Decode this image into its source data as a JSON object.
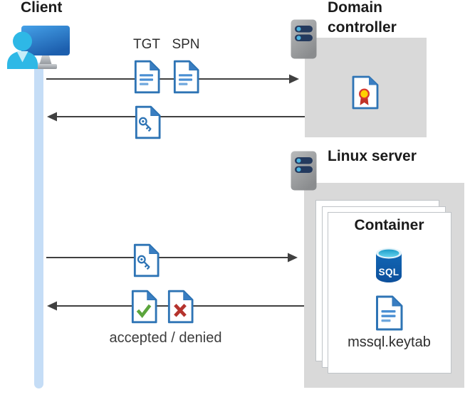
{
  "client": {
    "label": "Client"
  },
  "domain_controller": {
    "label": "Domain\ncontroller"
  },
  "linux_server": {
    "label": "Linux server"
  },
  "container": {
    "label": "Container",
    "sql_icon_text": "SQL",
    "keytab_file": "mssql.keytab"
  },
  "flow": {
    "tgt_label": "TGT",
    "spn_label": "SPN",
    "result_label": "accepted / denied",
    "arrows": [
      {
        "direction": "right",
        "from": "client",
        "to": "domain-controller",
        "icons": [
          "tgt-document-icon",
          "spn-document-icon"
        ]
      },
      {
        "direction": "left",
        "from": "domain-controller",
        "to": "client",
        "icons": [
          "ticket-key-document-icon"
        ]
      },
      {
        "direction": "right",
        "from": "client",
        "to": "linux-server",
        "icons": [
          "ticket-key-document-icon"
        ]
      },
      {
        "direction": "left",
        "from": "linux-server",
        "to": "client",
        "icons": [
          "accepted-document-icon",
          "denied-document-icon"
        ]
      }
    ]
  },
  "icons": {
    "client": "user-at-monitor-icon",
    "domain_controller_server": "server-icon",
    "linux_server": "server-icon",
    "certificate": "certificate-document-icon",
    "tgt": "text-document-icon",
    "spn": "text-document-icon",
    "ticket": "ticket-key-document-icon",
    "accepted": "check-document-icon",
    "denied": "x-document-icon",
    "sql": "sql-database-icon",
    "keytab": "text-document-icon"
  },
  "colors": {
    "doc_border_blue": "#2E74B5",
    "doc_line_blue": "#4A8FD3",
    "arrow_gray": "#404040",
    "panel_gray": "#D9D9D9",
    "lifeline_blue": "#C5DDF6",
    "check_green": "#5BA53C",
    "deny_red": "#B5332D",
    "server_pill_navy": "#243A5E",
    "server_dot_cyan": "#4CB4E0",
    "sql_body_blue": "#0F5CAD",
    "sql_top_cyan": "#35BDE2",
    "seal_yellow": "#FFD100",
    "seal_red": "#D8392F",
    "monitor_blue": "#2F86D2",
    "person_cyan": "#2EB8E6"
  }
}
